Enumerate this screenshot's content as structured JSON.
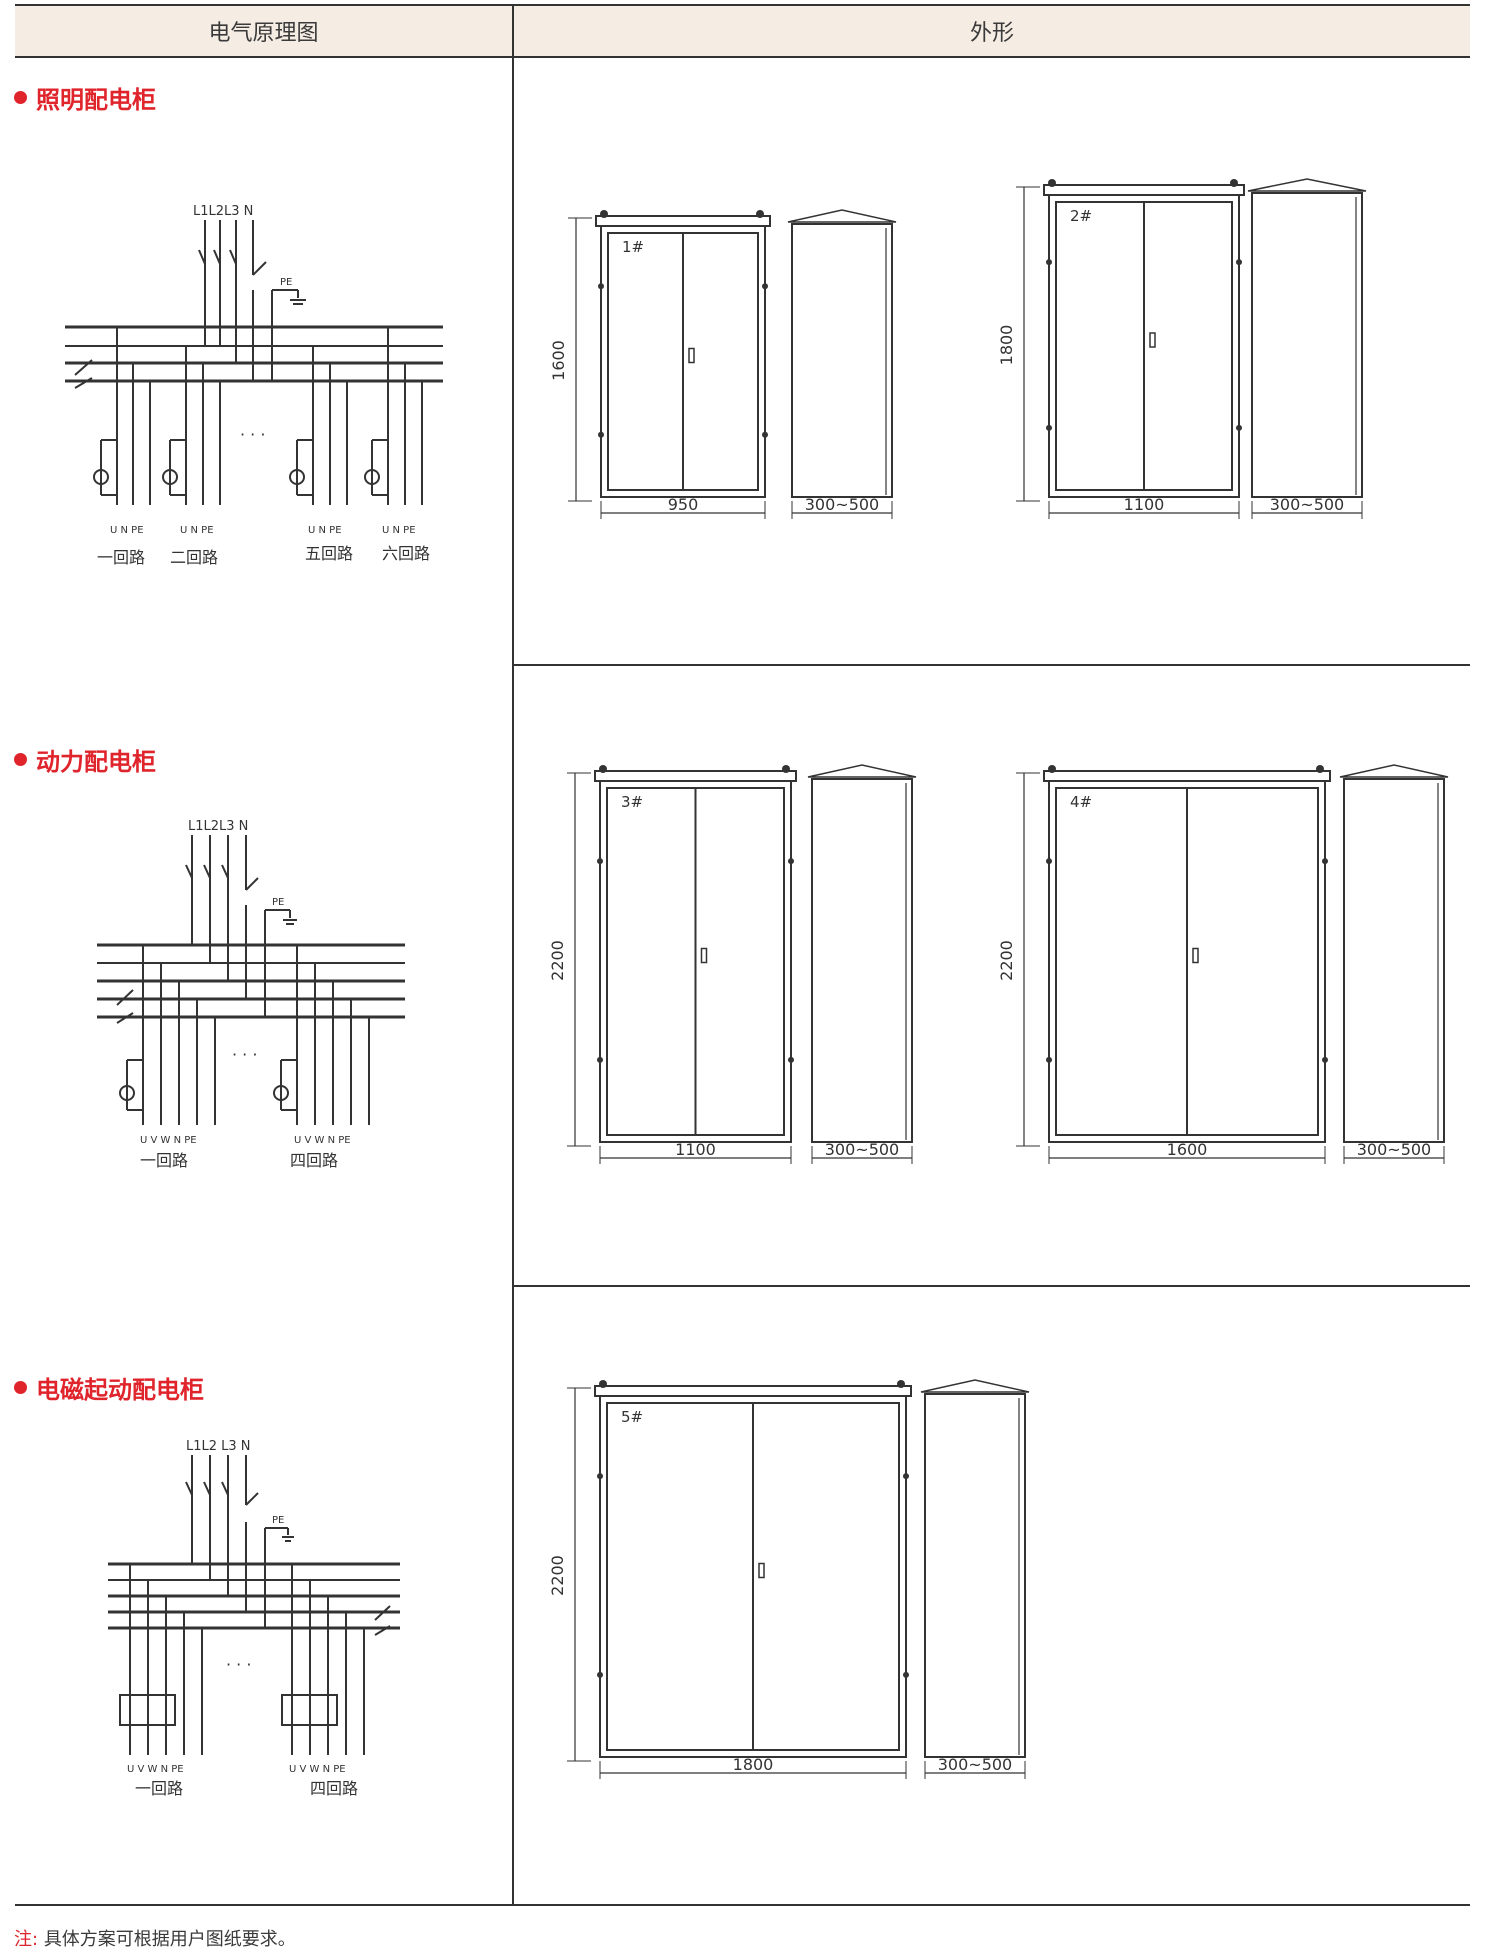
{
  "header": {
    "left": "电气原理图",
    "right": "外形"
  },
  "colors": {
    "accent": "#e0242c",
    "header_bg": "#f5ece4",
    "line": "#333333"
  },
  "sections": [
    {
      "title": "照明配电柜",
      "bus_label": "L1L2L3 N",
      "pe_label": "PE",
      "terminals": [
        "U N PE",
        "U N PE",
        "U N PE",
        "U N PE"
      ],
      "circuits": [
        "一回路",
        "二回路",
        "五回路",
        "六回路"
      ],
      "ellipsis": "· · ·",
      "cabinets": [
        {
          "id": "1#",
          "height": "1600",
          "width": "950",
          "depth": "300~500"
        },
        {
          "id": "2#",
          "height": "1800",
          "width": "1100",
          "depth": "300~500"
        }
      ]
    },
    {
      "title": "动力配电柜",
      "bus_label": "L1L2L3 N",
      "pe_label": "PE",
      "terminals": [
        "U V W N PE",
        "U V W N PE"
      ],
      "circuits": [
        "一回路",
        "四回路"
      ],
      "ellipsis": "· · ·",
      "cabinets": [
        {
          "id": "3#",
          "height": "2200",
          "width": "1100",
          "depth": "300~500"
        },
        {
          "id": "4#",
          "height": "2200",
          "width": "1600",
          "depth": "300~500"
        }
      ]
    },
    {
      "title": "电磁起动配电柜",
      "bus_label": "L1L2 L3 N",
      "pe_label": "PE",
      "terminals": [
        "U V W N PE",
        "U V W N PE"
      ],
      "circuits": [
        "一回路",
        "四回路"
      ],
      "ellipsis": "· · ·",
      "cabinets": [
        {
          "id": "5#",
          "height": "2200",
          "width": "1800",
          "depth": "300~500"
        }
      ]
    }
  ],
  "note": {
    "label": "注:",
    "text": "具体方案可根据用户图纸要求。"
  }
}
